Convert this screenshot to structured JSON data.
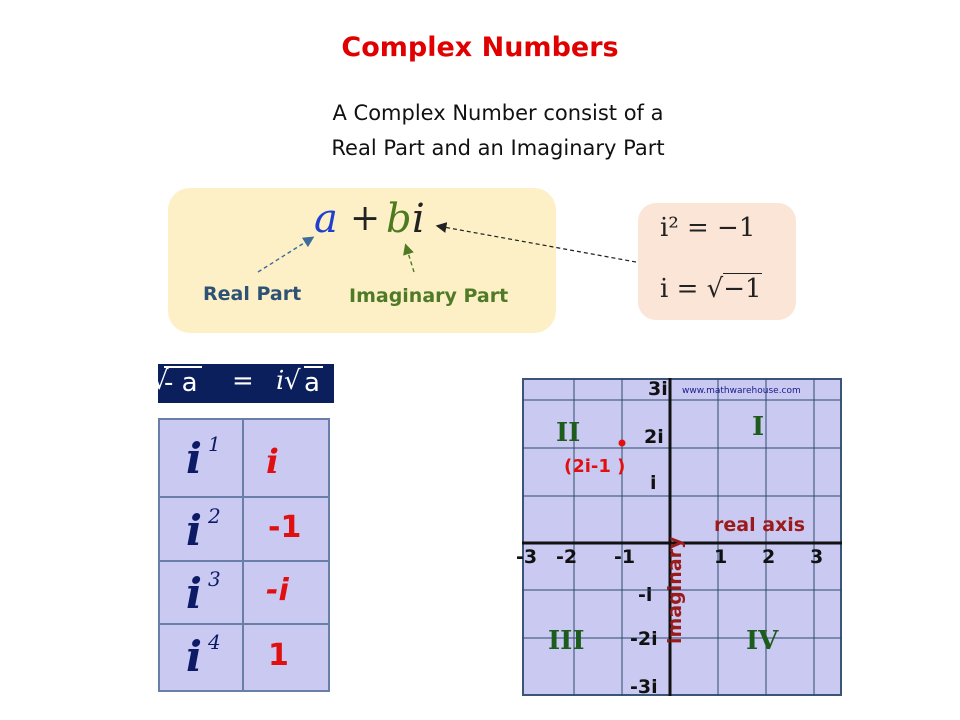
{
  "header": {
    "title": "Complex Numbers",
    "subtitle_line1": "A Complex Number consist of a",
    "subtitle_line2": "Real Part and an Imaginary Part"
  },
  "formula": {
    "a": "a",
    "plus": "+",
    "b": "b",
    "i": "i",
    "real_label": "Real Part",
    "imaginary_label": "Imaginary Part"
  },
  "identities": {
    "line1": "i² = −1",
    "line2_prefix": "i = ",
    "line2_radicand": "−1"
  },
  "sqrt_rule": {
    "left_radicand": "- a",
    "equals": "=",
    "right_coef": "i",
    "right_radicand": "a"
  },
  "powers": [
    {
      "base": "i",
      "exp": "1",
      "value": "i"
    },
    {
      "base": "i",
      "exp": "2",
      "value": "-1"
    },
    {
      "base": "i",
      "exp": "3",
      "value": "-i"
    },
    {
      "base": "i",
      "exp": "4",
      "value": "1"
    }
  ],
  "plane": {
    "watermark": "www.mathwarehouse.com",
    "quadrants": {
      "q1": "I",
      "q2": "II",
      "q3": "III",
      "q4": "IV"
    },
    "real_axis_label": "real axis",
    "imaginary_axis_label": "imaginary",
    "x_ticks": [
      "-3",
      "-2",
      "-1",
      "1",
      "2",
      "3"
    ],
    "y_ticks": [
      "3i",
      "2i",
      "i",
      "-i",
      "-2i",
      "-3i"
    ],
    "point_label": "(2i-1 )"
  },
  "colors": {
    "title": "#e00000",
    "formula_box": "#fdf0c6",
    "identity_box": "#fbe5d6",
    "table_bg": "#c9c9f2",
    "banner_bg": "#0b1f5c",
    "quadrant_text": "#1e5c1e",
    "axis_label": "#9b1b1b"
  }
}
